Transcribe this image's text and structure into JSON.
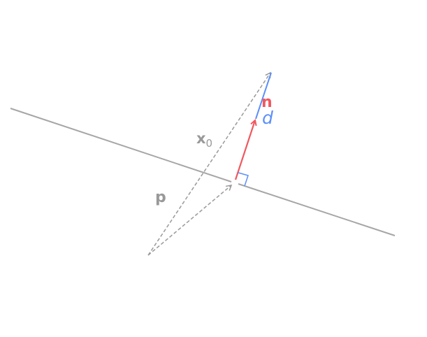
{
  "labels": {
    "x0_main": "x",
    "x0_sub": "0",
    "p": "p",
    "n": "n",
    "d": "d"
  },
  "colors": {
    "plane": "#a6a6a6",
    "vectors": "#999999",
    "normal": "#f0585f",
    "distance": "#5b8ff9"
  }
}
